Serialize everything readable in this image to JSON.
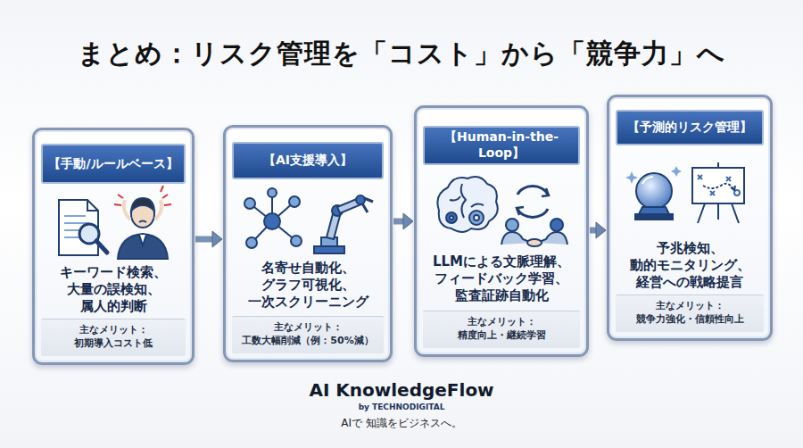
{
  "diagram": {
    "title": "まとめ：リスク管理を「コスト」から「競争力」へ",
    "nodes": [
      {
        "text": [
          "【手動/ルールベース】",
          "キーワード検索、 大量の誤検知、 属人的判断"
        ]
      },
      {
        "text": [
          "主なメリット：",
          "初期導入コスト低"
        ],
        "in": 0
      },
      {
        "text": [
          "【AI支援導入】",
          "名寄せ自動化、 グラフ可視化、 一次スクリーニング"
        ]
      },
      {
        "text": [
          "主なメリット：",
          "工数大幅削減（例：50%減）"
        ],
        "in": 2
      },
      {
        "text": [
          "【Human-in-the-Loop】",
          "LLMによる文脈理解、 フィードバック学習、 監査証跡自動化"
        ]
      },
      {
        "text": [
          "主なメリット：",
          "精度向上・継続学習"
        ],
        "in": 4
      },
      {
        "text": [
          "【予測的リスク管理】",
          "予兆検知、 動的モニタリング、 経営への戦略提言"
        ]
      },
      {
        "text": [
          "主なメリット：",
          "競争力強化・信頼性向上"
        ],
        "in": 6
      }
    ],
    "edges": [
      {
        "from": 0,
        "to": 2,
        "arrow": "to"
      },
      {
        "from": 2,
        "to": 4,
        "arrow": "to"
      },
      {
        "from": 4,
        "to": 6,
        "arrow": "to"
      }
    ],
    "labels": [
      "AI KnowledgeFlow",
      "by TECHNODIGITAL",
      "AIで 知識をビジネスへ。"
    ]
  }
}
